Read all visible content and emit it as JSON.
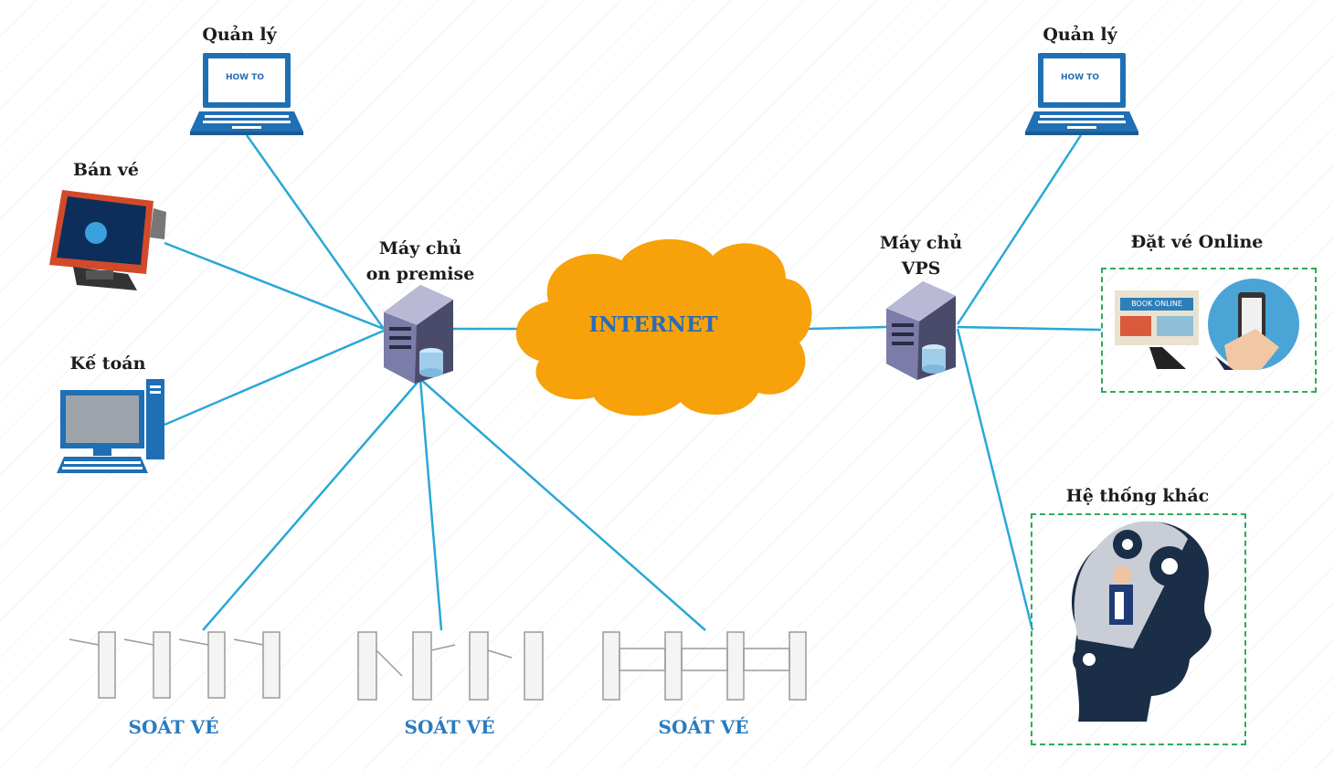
{
  "labels": {
    "manager_left": "Quản lý",
    "manager_right": "Quản lý",
    "ticket_sale": "Bán vé",
    "accounting": "Kế toán",
    "server_onprem_line1": "Máy chủ",
    "server_onprem_line2": "on premise",
    "internet": "INTERNET",
    "server_vps_line1": "Máy chủ",
    "server_vps_line2": "VPS",
    "online_booking": "Đặt vé Online",
    "other_systems": "Hệ thống khác",
    "gate_1": "SOÁT VÉ",
    "gate_2": "SOÁT VÉ",
    "gate_3": "SOÁT VÉ"
  },
  "laptop_screen_text": "HOW TO",
  "book_online_text": "BOOK ONLINE",
  "colors": {
    "link": "#29a8d6",
    "cloud": "#f7a20a",
    "internet_text": "#2a6cb5",
    "dashed_box": "#2eaa5c",
    "gate_label": "#2a7bbf"
  }
}
